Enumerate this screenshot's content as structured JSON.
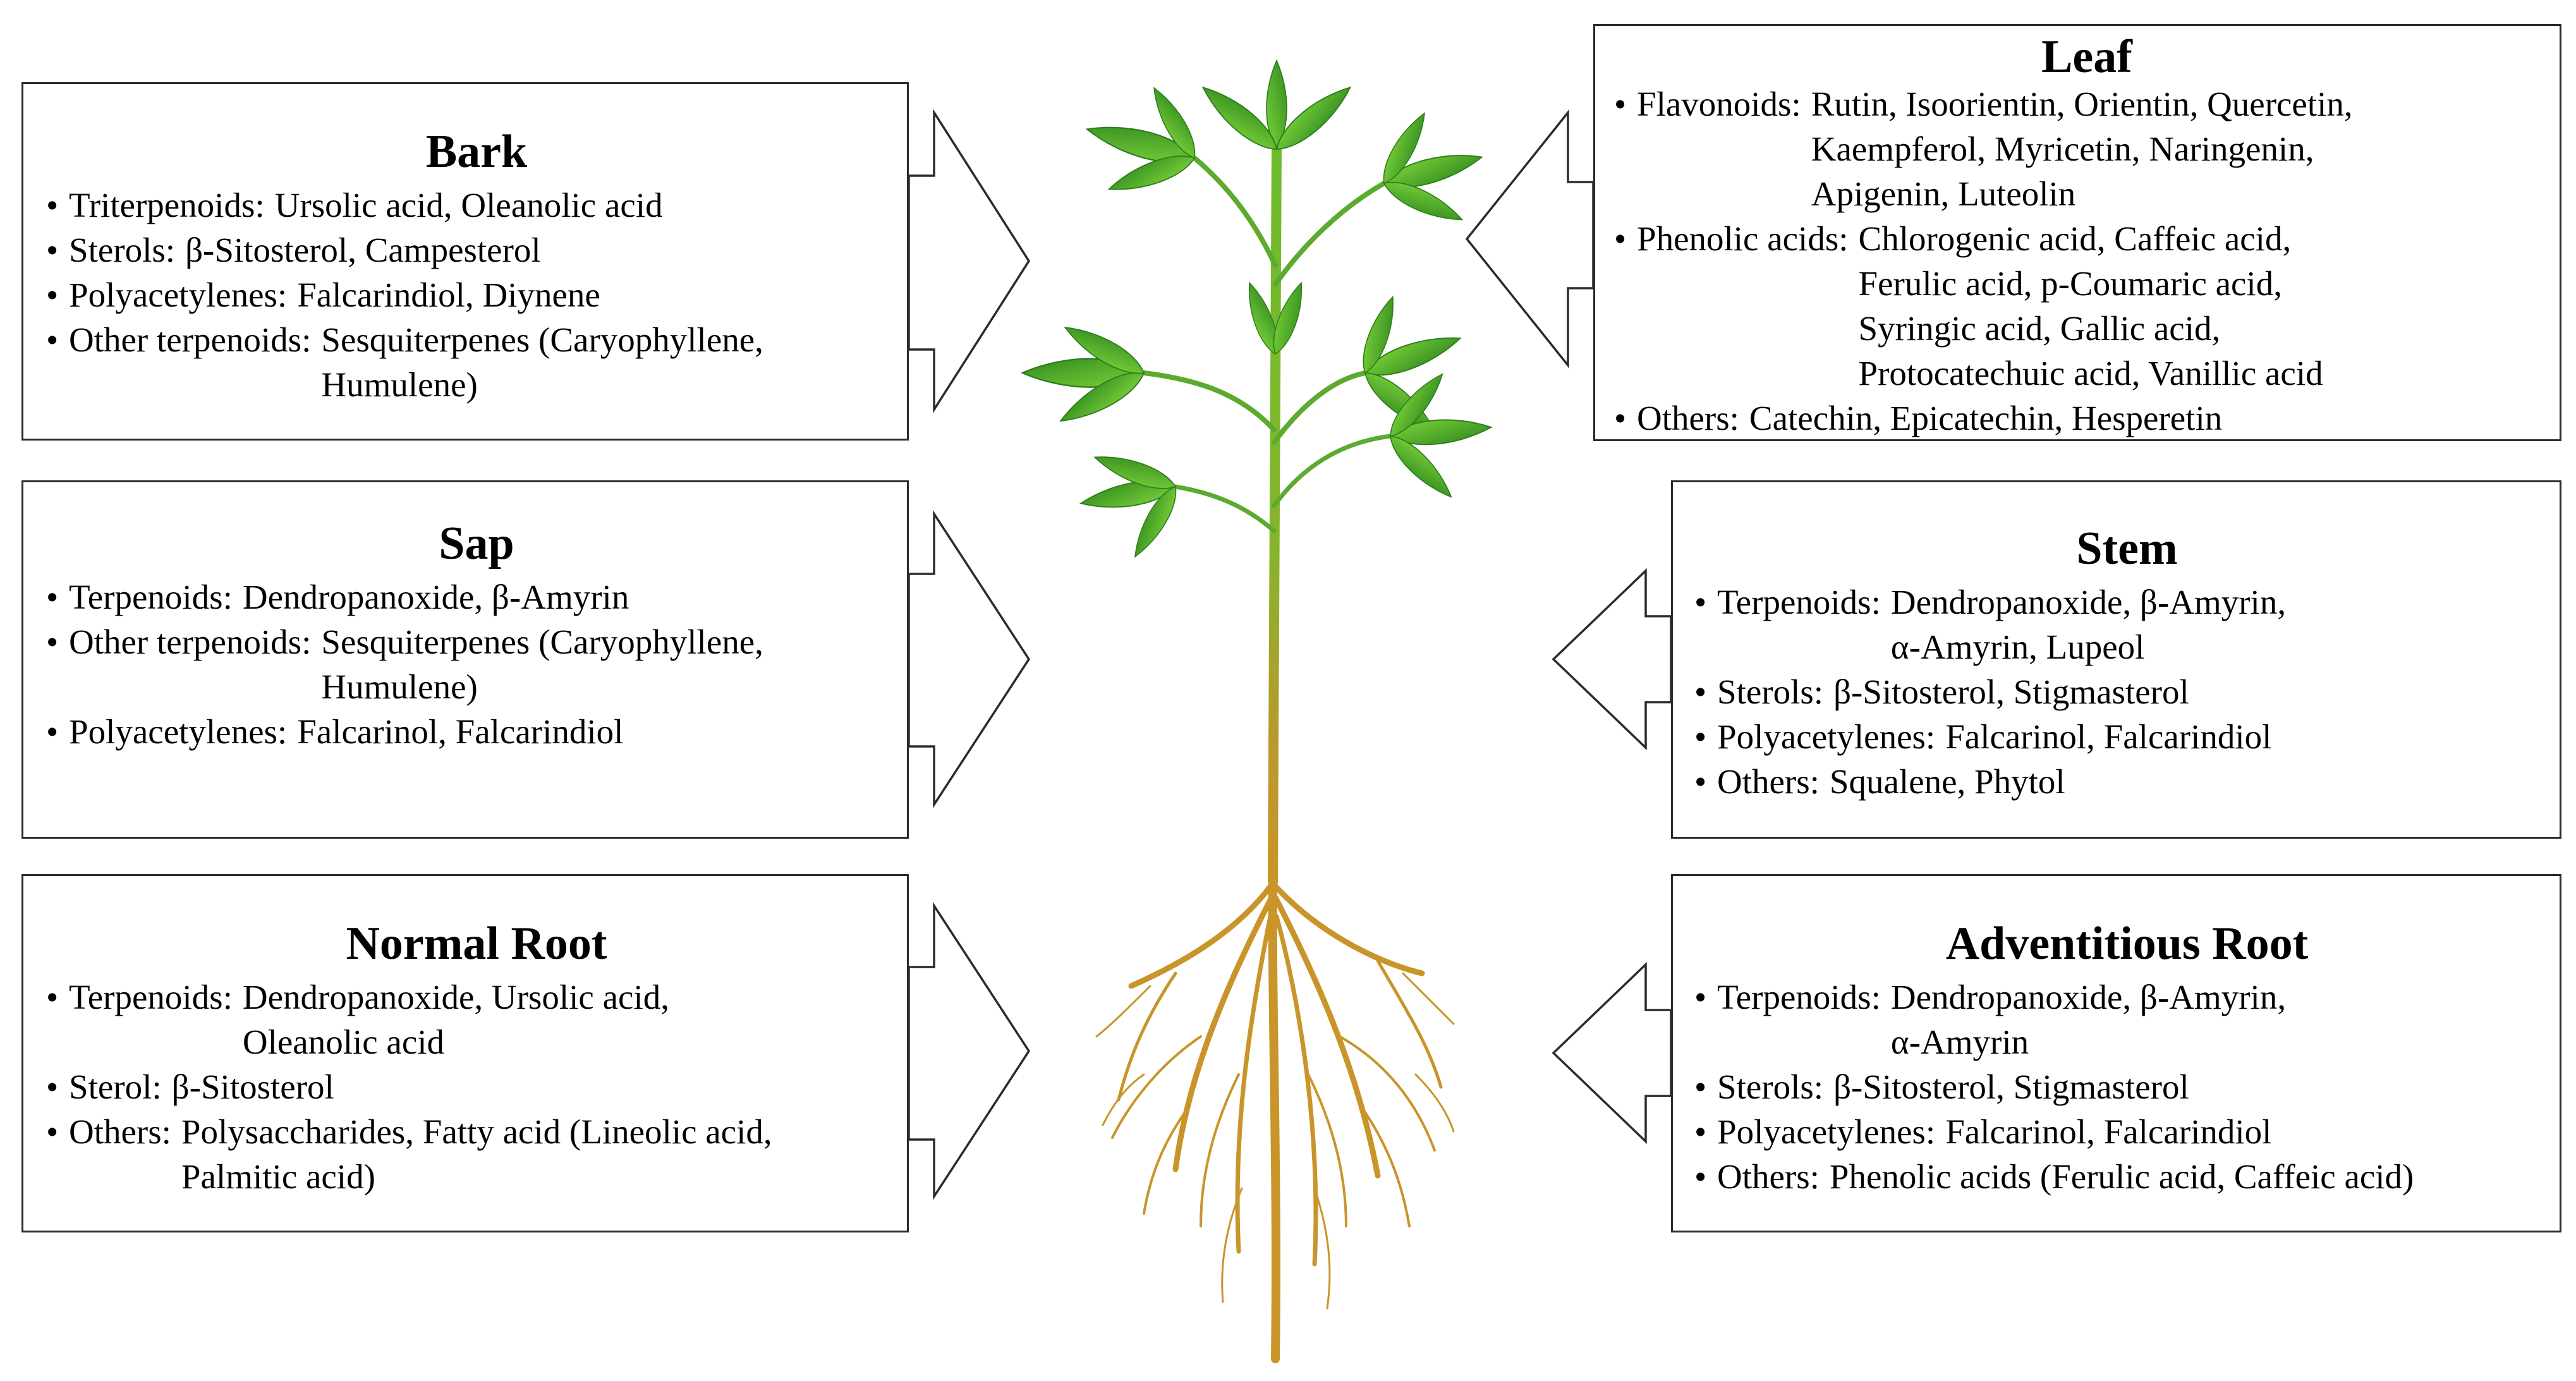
{
  "colors": {
    "panel_border": "#2b2b2b",
    "leaf_green": "#4aa32a",
    "leaf_dark": "#2f7d1a",
    "stem_green": "#5caa2e",
    "root_gold": "#c99429"
  },
  "icons": {
    "plant": "plant-with-roots-icon",
    "arrows": "block-arrow-icon"
  },
  "panels": {
    "bark": {
      "title": "Bark",
      "items": [
        {
          "label": "Triterpenoids:",
          "lines": [
            "Ursolic acid, Oleanolic acid"
          ]
        },
        {
          "label": "Sterols:",
          "lines": [
            "β-Sitosterol, Campesterol"
          ]
        },
        {
          "label": "Polyacetylenes:",
          "lines": [
            "Falcarindiol,  Diynene"
          ]
        },
        {
          "label": "Other terpenoids:",
          "lines": [
            "Sesquiterpenes (Caryophyllene,",
            "Humulene)"
          ]
        }
      ]
    },
    "sap": {
      "title": "Sap",
      "items": [
        {
          "label": "Terpenoids:",
          "lines": [
            "Dendropanoxide, β-Amyrin"
          ]
        },
        {
          "label": "Other terpenoids:",
          "lines": [
            "Sesquiterpenes (Caryophyllene,",
            "Humulene)"
          ]
        },
        {
          "label": "Polyacetylenes:",
          "lines": [
            "Falcarinol,  Falcarindiol"
          ]
        }
      ]
    },
    "normal_root": {
      "title": "Normal Root",
      "items": [
        {
          "label": "Terpenoids:",
          "lines": [
            "Dendropanoxide, Ursolic acid,",
            "Oleanolic  acid"
          ]
        },
        {
          "label": "Sterol:",
          "lines": [
            "β-Sitosterol"
          ]
        },
        {
          "label": "Others:",
          "lines": [
            "Polysaccharides, Fatty acid (Lineolic  acid,",
            "Palmitic  acid)"
          ]
        }
      ]
    },
    "leaf": {
      "title": "Leaf",
      "items": [
        {
          "label": "Flavonoids:",
          "lines": [
            "Rutin, Isoorientin, Orientin, Quercetin,",
            "Kaempferol, Myricetin, Naringenin,",
            "Apigenin, Luteolin"
          ]
        },
        {
          "label": "Phenolic acids:",
          "lines": [
            "Chlorogenic acid, Caffeic acid,",
            "Ferulic acid, p-Coumaric acid,",
            "Syringic acid,  Gallic acid,",
            "Protocatechuic acid, Vanillic  acid"
          ]
        },
        {
          "label": "Others:",
          "lines": [
            "Catechin, Epicatechin, Hesperetin"
          ]
        }
      ]
    },
    "stem": {
      "title": "Stem",
      "items": [
        {
          "label": "Terpenoids:",
          "lines": [
            "Dendropanoxide, β-Amyrin,",
            "α-Amyrin, Lupeol"
          ]
        },
        {
          "label": "Sterols:",
          "lines": [
            "β-Sitosterol, Stigmasterol"
          ]
        },
        {
          "label": "Polyacetylenes:",
          "lines": [
            "Falcarinol,  Falcarindiol"
          ]
        },
        {
          "label": "Others:",
          "lines": [
            "Squalene, Phytol"
          ]
        }
      ]
    },
    "adventitious_root": {
      "title": "Adventitious Root",
      "items": [
        {
          "label": "Terpenoids:",
          "lines": [
            "Dendropanoxide, β-Amyrin,",
            "α-Amyrin"
          ]
        },
        {
          "label": "Sterols:",
          "lines": [
            "β-Sitosterol, Stigmasterol"
          ]
        },
        {
          "label": "Polyacetylenes:",
          "lines": [
            "Falcarinol,  Falcarindiol"
          ]
        },
        {
          "label": "Others:",
          "lines": [
            "Phenolic acids (Ferulic acid, Caffeic acid)"
          ]
        }
      ]
    }
  }
}
